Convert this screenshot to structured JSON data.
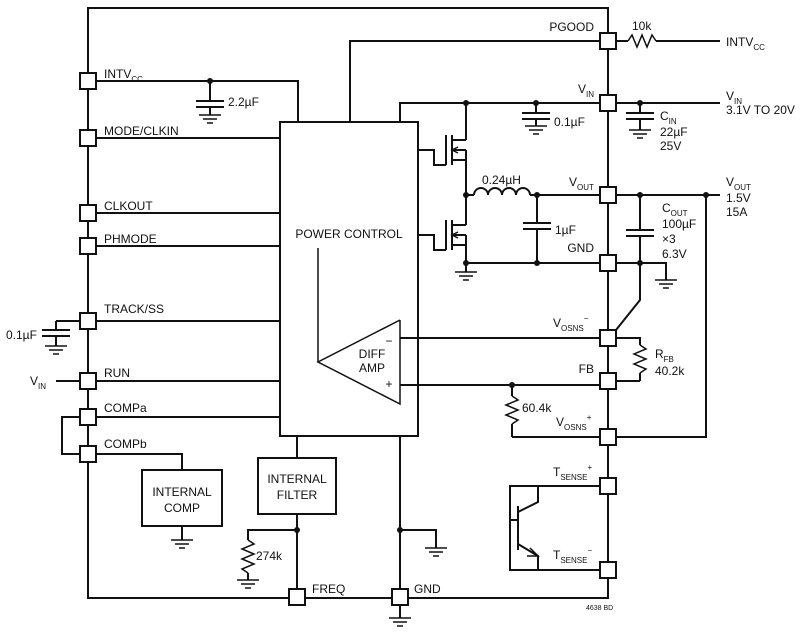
{
  "pins": {
    "intvcc": {
      "main": "INTV",
      "sub": "CC"
    },
    "mode_clkin": "MODE/CLKIN",
    "clkout": "CLKOUT",
    "phmode": "PHMODE",
    "track_ss": "TRACK/SS",
    "run": "RUN",
    "compa": "COMPa",
    "compb": "COMPb",
    "pgood": "PGOOD",
    "vin": {
      "main": "V",
      "sub": "IN"
    },
    "vout": {
      "main": "V",
      "sub": "OUT"
    },
    "gnd_right": "GND",
    "vosns_minus": {
      "main": "V",
      "sub": "OSNS",
      "sup": "−"
    },
    "fb": "FB",
    "vosns_plus": {
      "main": "V",
      "sub": "OSNS",
      "sup": "+"
    },
    "tsense_plus": {
      "main": "T",
      "sub": "SENSE",
      "sup": "+"
    },
    "tsense_minus": {
      "main": "T",
      "sub": "SENSE",
      "sup": "−"
    },
    "freq": "FREQ",
    "gnd_bottom": "GND"
  },
  "blocks": {
    "power_control": "POWER CONTROL",
    "diff_amp": [
      "DIFF",
      "AMP"
    ],
    "diff_amp_minus": "−",
    "diff_amp_plus": "+",
    "internal_filter": [
      "INTERNAL",
      "FILTER"
    ],
    "internal_comp": [
      "INTERNAL",
      "COMP"
    ]
  },
  "components": {
    "intvcc_cap": "2.2µF",
    "pgood_res": "10k",
    "vin_cap": "0.1µF",
    "cin": {
      "main": "C",
      "sub": "IN",
      "lines": [
        "22µF",
        "25V"
      ]
    },
    "inductor": "0.24µH",
    "vout_cap": "1µF",
    "cout": {
      "main": "C",
      "sub": "OUT",
      "lines": [
        "100µF",
        "×3",
        "6.3V"
      ]
    },
    "rfb": {
      "main": "R",
      "sub": "FB",
      "value": "40.2k"
    },
    "r_604": "60.4k",
    "track_cap": "0.1µF",
    "freq_res": "274k"
  },
  "external": {
    "intvcc_out": {
      "main": "INTV",
      "sub": "CC"
    },
    "vin_in": {
      "main": "V",
      "sub": "IN",
      "range": "3.1V TO 20V"
    },
    "vout_out": {
      "main": "V",
      "sub": "OUT",
      "lines": [
        "1.5V",
        "15A"
      ]
    },
    "run_in": {
      "main": "V",
      "sub": "IN"
    }
  },
  "figure_id": "4638 BD"
}
